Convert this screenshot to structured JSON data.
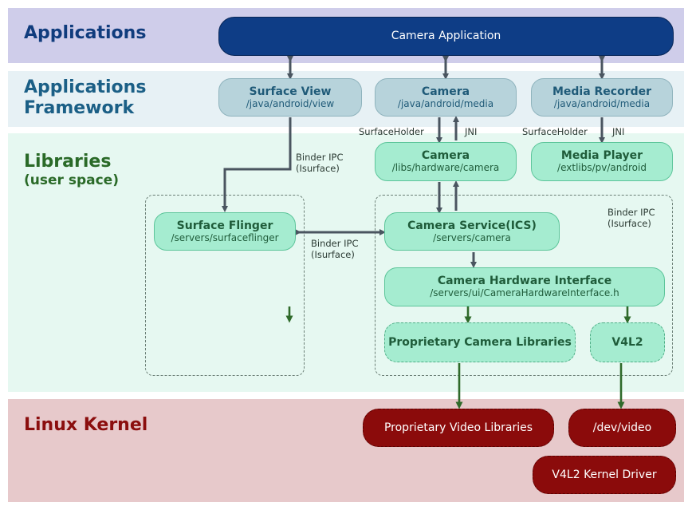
{
  "layers": {
    "applications": "Applications",
    "framework": [
      "Applications",
      "Framework"
    ],
    "libraries": [
      "Libraries",
      "(user space)"
    ],
    "kernel": "Linux Kernel"
  },
  "boxes": {
    "camera_app": "Camera Application",
    "surface_view": {
      "title": "Surface View",
      "path": "/java/android/view"
    },
    "camera_fw": {
      "title": "Camera",
      "path": "/java/android/media"
    },
    "media_recorder": {
      "title": "Media Recorder",
      "path": "/java/android/media"
    },
    "camera_lib": {
      "title": "Camera",
      "path": "/libs/hardware/camera"
    },
    "media_player": {
      "title": "Media Player",
      "path": "/extlibs/pv/android"
    },
    "surface_flinger": {
      "title": "Surface Flinger",
      "path": "/servers/surfaceflinger"
    },
    "camera_service": {
      "title": "Camera Service(ICS)",
      "path": "/servers/camera"
    },
    "camera_hal": {
      "title": "Camera Hardware Interface",
      "path": "/servers/ui/CameraHardwareInterface.h"
    },
    "prop_camera_libs": "Proprietary Camera Libraries",
    "v4l2": "V4L2",
    "prop_video_libs": "Proprietary Video Libraries",
    "dev_video": "/dev/video",
    "v4l2_driver": "V4L2 Kernel Driver"
  },
  "labels": {
    "surfaceholder_1": "SurfaceHolder",
    "jni_1": "JNI",
    "surfaceholder_2": "SurfaceHolder",
    "jni_2": "JNI",
    "binder_1": [
      "Binder IPC",
      "(Isurface)"
    ],
    "binder_2": [
      "Binder IPC",
      "(Isurface)"
    ],
    "binder_3": [
      "Binder IPC",
      "(Isurface)"
    ]
  },
  "colors": {
    "applications_band": "#cfcdea",
    "framework_band": "#e7f1f5",
    "libraries_band": "#e6f8f1",
    "kernel_band": "#e7c9cb",
    "applications_text": "#103c7d",
    "framework_text": "#1b5f86",
    "libraries_text": "#2a6a28",
    "kernel_text": "#8b0e0e",
    "camera_app_fill": "#0e3d86",
    "kernel_box_fill": "#8b0b0b",
    "arrow_dark": "#4a5560",
    "arrow_green": "#2f6a2a"
  }
}
